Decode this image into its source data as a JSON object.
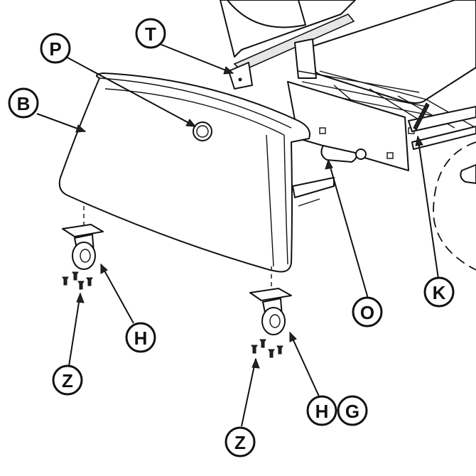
{
  "callouts": {
    "P": "P",
    "T": "T",
    "B": "B",
    "O": "O",
    "K": "K",
    "H_left": "H",
    "H_right": "H",
    "G": "G",
    "Z_left": "Z",
    "Z_right": "Z"
  },
  "colors": {
    "line": "#111111",
    "background": "#ffffff",
    "shade": "#e6e6e6"
  }
}
